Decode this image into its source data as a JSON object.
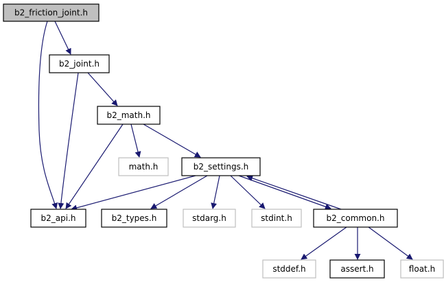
{
  "nodes": [
    {
      "id": "friction",
      "label": "b2_friction_joint.h",
      "style": "root"
    },
    {
      "id": "joint",
      "label": "b2_joint.h",
      "style": "documented"
    },
    {
      "id": "math",
      "label": "b2_math.h",
      "style": "documented"
    },
    {
      "id": "mathh",
      "label": "math.h",
      "style": "external"
    },
    {
      "id": "settings",
      "label": "b2_settings.h",
      "style": "documented"
    },
    {
      "id": "api",
      "label": "b2_api.h",
      "style": "documented"
    },
    {
      "id": "types",
      "label": "b2_types.h",
      "style": "documented"
    },
    {
      "id": "stdarg",
      "label": "stdarg.h",
      "style": "external"
    },
    {
      "id": "stdint",
      "label": "stdint.h",
      "style": "external"
    },
    {
      "id": "common",
      "label": "b2_common.h",
      "style": "documented"
    },
    {
      "id": "stddef",
      "label": "stddef.h",
      "style": "external"
    },
    {
      "id": "assert",
      "label": "assert.h",
      "style": "documented"
    },
    {
      "id": "float",
      "label": "float.h",
      "style": "external"
    }
  ],
  "edges": [
    {
      "from": "friction",
      "to": "joint"
    },
    {
      "from": "friction",
      "to": "api"
    },
    {
      "from": "joint",
      "to": "api"
    },
    {
      "from": "joint",
      "to": "math"
    },
    {
      "from": "math",
      "to": "api"
    },
    {
      "from": "math",
      "to": "mathh"
    },
    {
      "from": "math",
      "to": "settings"
    },
    {
      "from": "settings",
      "to": "api"
    },
    {
      "from": "settings",
      "to": "types"
    },
    {
      "from": "settings",
      "to": "stdarg"
    },
    {
      "from": "settings",
      "to": "stdint"
    },
    {
      "from": "settings",
      "to": "common"
    },
    {
      "from": "common",
      "to": "settings"
    },
    {
      "from": "common",
      "to": "stddef"
    },
    {
      "from": "common",
      "to": "assert"
    },
    {
      "from": "common",
      "to": "float"
    }
  ],
  "colors": {
    "edge": "#191970",
    "root_fill": "#bfbfbf",
    "documented_border": "#000000",
    "external_border": "#bfbfbf"
  }
}
